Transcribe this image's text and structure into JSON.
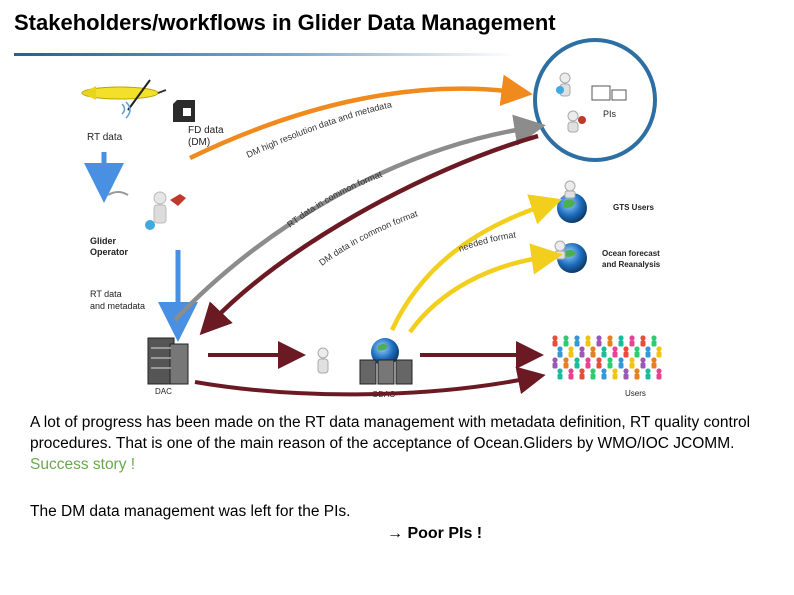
{
  "title": "Stakeholders/workflows in Glider Data Management",
  "labels": {
    "rt_data": "RT data",
    "fd_data": "FD data\n(DM)",
    "glider_operator": "Glider\nOperator",
    "rt_data_metadata": "RT data\nand metadata",
    "dac": "DAC",
    "gdac": "GDAC",
    "users": "Users",
    "pis": "PIs",
    "gts_users": "GTS Users",
    "ocean_forecast": "Ocean forecast\nand Reanalysis"
  },
  "arrow_labels": {
    "dm_high_res": "DM high resolution data and metadata",
    "rt_common": "RT data in common format",
    "dm_common": "DM data in common format",
    "needed_format": "needed format"
  },
  "colors": {
    "blue_arrow": "#4a90e2",
    "orange_arrow": "#f08a1c",
    "gray_arrow": "#8c8c8c",
    "maroon_arrow": "#6b1a24",
    "yellow_arrow": "#f2cf1d",
    "success": "#6aa84f",
    "pi_circle": "#2e6fa3"
  },
  "body": {
    "para1_main": "A lot of progress has been made on the RT data management with metadata definition, RT quality control procedures. That is one of the main reason of the acceptance of Ocean.Gliders by WMO/IOC JCOMM.",
    "success": "Success story !",
    "para2": "The DM data management was left for the PIs.",
    "poor_pis": "→ Poor PIs !"
  }
}
